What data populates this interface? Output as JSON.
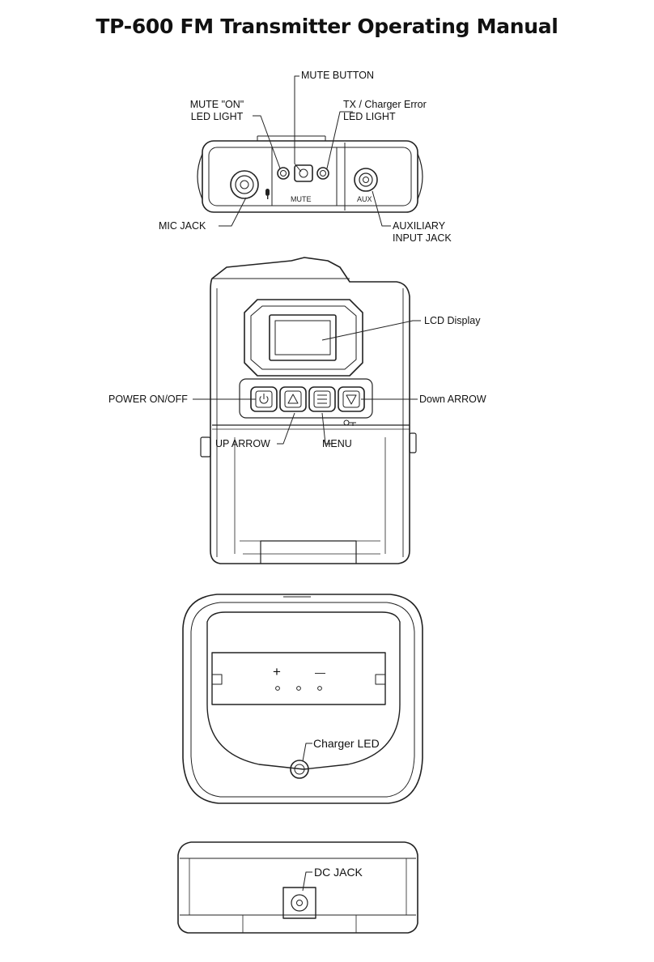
{
  "title": "TP-600 FM Transmitter Operating Manual",
  "top_view": {
    "mute_button": "MUTE BUTTON",
    "mute_on_led": "MUTE \"ON\"\nLED LIGHT",
    "tx_charger_led": "TX / Charger Error\nLED LIGHT",
    "mic_jack": "MIC JACK",
    "aux_input_jack": "AUXILIARY\nINPUT JACK",
    "printed_mute": "MUTE",
    "printed_aux": "AUX"
  },
  "front_view": {
    "lcd_display": "LCD Display",
    "power": "POWER ON/OFF",
    "down_arrow": "Down ARROW",
    "up_arrow": "UP ARROW",
    "menu": "MENU"
  },
  "charger": {
    "plus": "+",
    "minus": "—",
    "charger_led": "Charger LED",
    "dc_jack": "DC JACK"
  }
}
